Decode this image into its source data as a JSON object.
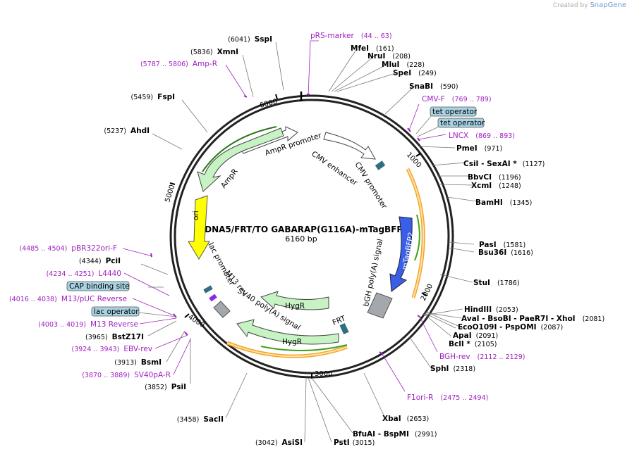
{
  "credit": {
    "prefix": "Created by",
    "brand": "SnapGene"
  },
  "plasmid": {
    "name": "pcDNA5/FRT/TO GABARAP(G116A)-mTagBFP2",
    "length_label": "6160 bp"
  },
  "ticks": [
    "1000",
    "2000",
    "3000",
    "4000",
    "5000",
    "6000"
  ],
  "enzymes": [
    {
      "name": "SspI",
      "pos": "(6041)"
    },
    {
      "name": "XmnI",
      "pos": "(5836)"
    },
    {
      "name": "FspI",
      "pos": "(5459)"
    },
    {
      "name": "AhdI",
      "pos": "(5237)"
    },
    {
      "name": "PciI",
      "pos": "(4344)"
    },
    {
      "name": "BstZ17I",
      "pos": "(3965)"
    },
    {
      "name": "BsmI",
      "pos": "(3913)"
    },
    {
      "name": "PsiI",
      "pos": "(3852)"
    },
    {
      "name": "SacII",
      "pos": "(3458)"
    },
    {
      "name": "AsiSI",
      "pos": "(3042)"
    },
    {
      "name": "PstI",
      "pos": "(3015)"
    },
    {
      "name": "BfuAI - BspMI",
      "pos": "(2991)"
    },
    {
      "name": "XbaI",
      "pos": "(2653)"
    },
    {
      "name": "SphI",
      "pos": "(2318)"
    },
    {
      "name": "BclI *",
      "pos": "(2105)"
    },
    {
      "name": "ApaI",
      "pos": "(2091)"
    },
    {
      "name": "EcoO109I - PspOMI",
      "pos": "(2087)"
    },
    {
      "name": "AvaI - BsoBI - PaeR7I - XhoI",
      "pos": "(2081)"
    },
    {
      "name": "HindIII",
      "pos": "(2053)"
    },
    {
      "name": "StuI",
      "pos": "(1786)"
    },
    {
      "name": "Bsu36I",
      "pos": "(1616)"
    },
    {
      "name": "PasI",
      "pos": "(1581)"
    },
    {
      "name": "BamHI",
      "pos": "(1345)"
    },
    {
      "name": "XcmI",
      "pos": "(1248)"
    },
    {
      "name": "BbvCI",
      "pos": "(1196)"
    },
    {
      "name": "CsiI - SexAI *",
      "pos": "(1127)"
    },
    {
      "name": "PmeI",
      "pos": "(971)"
    },
    {
      "name": "SnaBI",
      "pos": "(590)"
    },
    {
      "name": "SpeI",
      "pos": "(249)"
    },
    {
      "name": "MluI",
      "pos": "(228)"
    },
    {
      "name": "NruI",
      "pos": "(208)"
    },
    {
      "name": "MfeI",
      "pos": "(161)"
    }
  ],
  "primers": [
    {
      "name": "pRS-marker",
      "pos": "(44 .. 63)"
    },
    {
      "name": "Amp-R",
      "pos": "(5787 .. 5806)"
    },
    {
      "name": "CMV-F",
      "pos": "(769 .. 789)"
    },
    {
      "name": "LNCX",
      "pos": "(869 .. 893)"
    },
    {
      "name": "pBR322ori-F",
      "pos": "(4485 .. 4504)"
    },
    {
      "name": "L4440",
      "pos": "(4234 .. 4251)"
    },
    {
      "name": "M13/pUC Reverse",
      "pos": "(4016 .. 4038)"
    },
    {
      "name": "M13 Reverse",
      "pos": "(4003 .. 4019)"
    },
    {
      "name": "EBV-rev",
      "pos": "(3924 .. 3943)"
    },
    {
      "name": "SV40pA-R",
      "pos": "(3870 .. 3889)"
    },
    {
      "name": "BGH-rev",
      "pos": "(2112 .. 2129)"
    },
    {
      "name": "F1ori-R",
      "pos": "(2475 .. 2494)"
    }
  ],
  "boxed": [
    "tet operator",
    "tet operator",
    "CAP binding site",
    "lac operator"
  ],
  "features": [
    "AmpR promoter",
    "AmpR",
    "CMV enhancer",
    "CMV promoter",
    "ori",
    "mTagBFP2",
    "bGH poly(A) signal",
    "lac promoter",
    "M13 rev",
    "SV40 poly(A) signal",
    "HygR",
    "HygR",
    "FRT"
  ],
  "colors": {
    "primer": "#a020c0",
    "ampr": "#c6f2c4",
    "ori": "#ffff00",
    "bfp": "#3a5ee8",
    "orange": "#f5a623",
    "gray": "#a4a8ad",
    "teal": "#2f6f80",
    "boxfill": "#a9d3e3"
  }
}
